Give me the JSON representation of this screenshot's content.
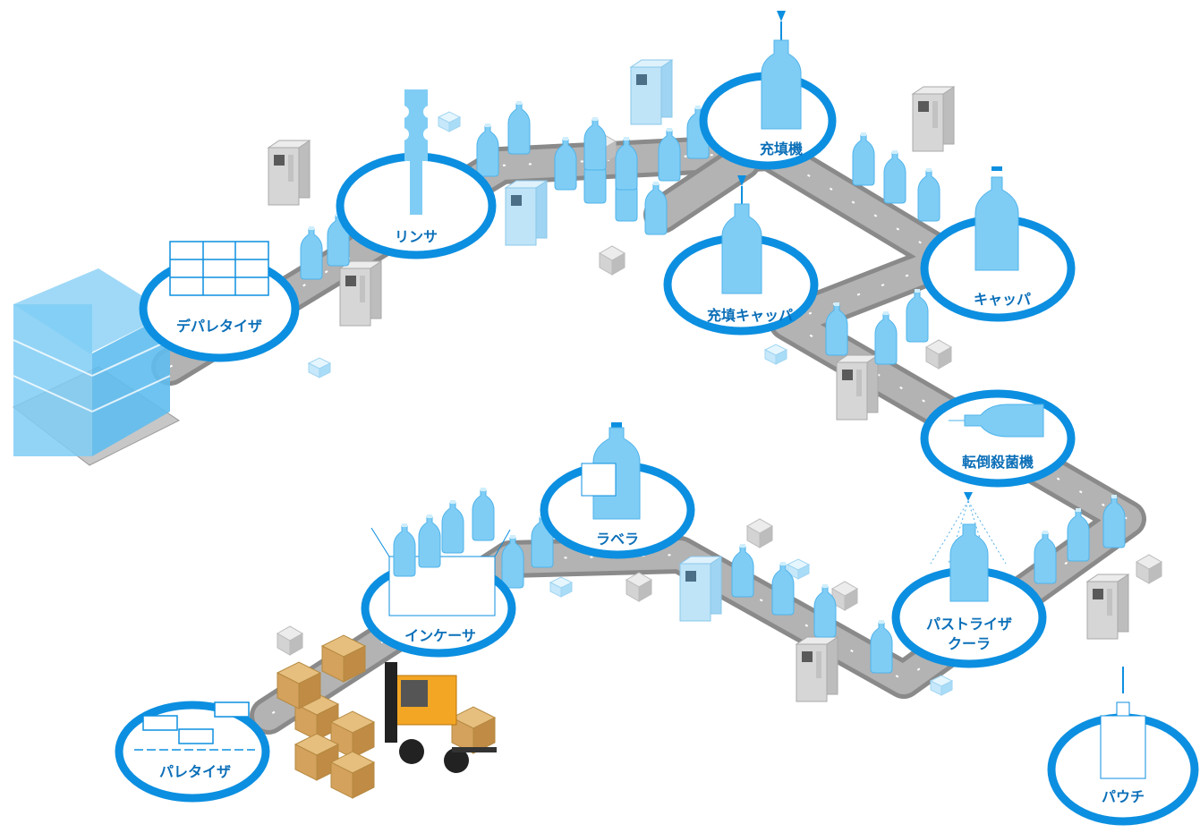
{
  "stations": {
    "depalletizer": "デパレタイザ",
    "rinser": "リンサ",
    "filler": "充填機",
    "filler_capper": "充填キャッパ",
    "capper": "キャッパ",
    "inversion_sterilizer": "転倒殺菌機",
    "pasteurizer_cooler_line1": "パストライザ",
    "pasteurizer_cooler_line2": "クーラ",
    "labeler": "ラベラ",
    "incaser": "インケーサ",
    "palletizer": "パレタイザ",
    "pouch": "パウチ"
  },
  "colors": {
    "ring": "#0c8fe0",
    "label": "#0b6fb8",
    "bottle": "#7fcdf5",
    "belt": "#8a8a8a",
    "machine": "#d9d9d9",
    "carton": "#d8a860",
    "forklift": "#f2a623"
  }
}
